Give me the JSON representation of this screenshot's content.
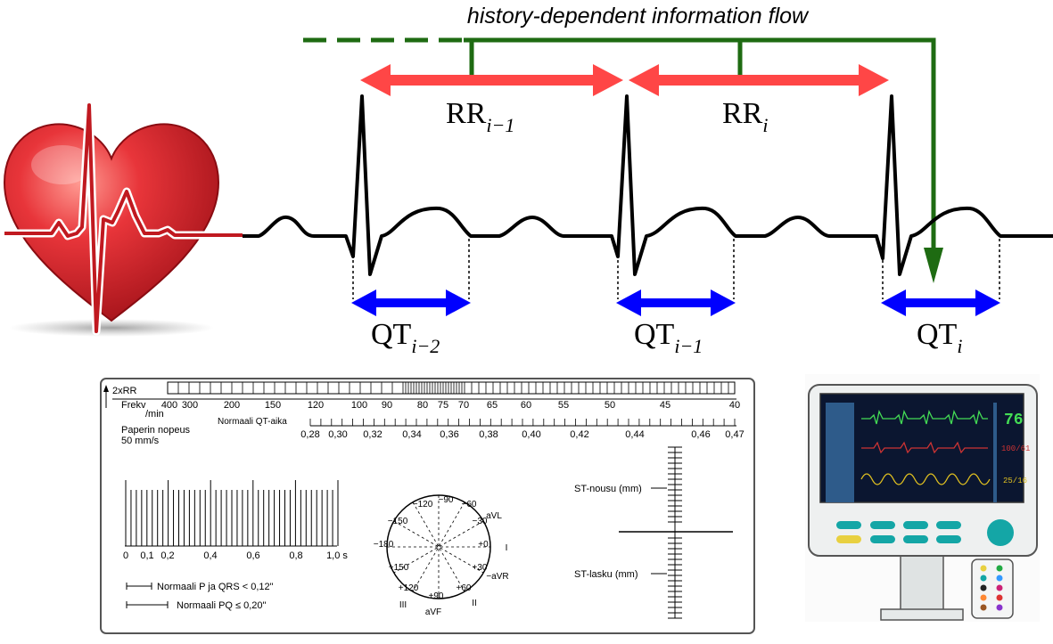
{
  "title": "history-dependent information flow",
  "labels": {
    "rr_prev_base": "RR",
    "rr_prev_sub": "i−1",
    "rr_cur_base": "RR",
    "rr_cur_sub": "i",
    "qt_prev2_base": "QT",
    "qt_prev2_sub": "i−2",
    "qt_prev1_base": "QT",
    "qt_prev1_sub": "i−1",
    "qt_cur_base": "QT",
    "qt_cur_sub": "i"
  },
  "colors": {
    "ecg_line": "#000000",
    "rr_arrow": "#ff4646",
    "qt_arrow": "#0000ff",
    "flow_arrow": "#1e6b12",
    "heart": "#d7262c",
    "monitor_body": "#eef0f0",
    "monitor_screen": "#0b1630",
    "accent_teal": "#14a6a6"
  },
  "ruler": {
    "rr_label": "2xRR",
    "freq_label": "Frekv",
    "freq_unit": "/min",
    "freq_ticks": [
      "400",
      "300",
      "200",
      "150",
      "120",
      "100",
      "90",
      "80",
      "75",
      "70",
      "65",
      "60",
      "55",
      "50",
      "45",
      "40"
    ],
    "qt_label": "Normaali QT-aika",
    "qt_ticks": [
      "0,28",
      "0,30",
      "0,32",
      "0,34",
      "0,36",
      "0,38",
      "0,40",
      "0,42",
      "0,44",
      "0,46",
      "0,47"
    ],
    "speed_label": "Paperin nopeus",
    "speed_value": "50 mm/s",
    "time_ticks": [
      "0",
      "0,1",
      "0,2",
      "0,4",
      "0,6",
      "0,8",
      "1,0 s"
    ],
    "axis_labels": [
      "−120",
      "−90",
      "−60",
      "aVL",
      "−150",
      "−30",
      "−180",
      "+0",
      "I",
      "+150",
      "+30",
      "−aVR",
      "+120",
      "+60",
      "+90",
      "III",
      "II",
      "aVF"
    ],
    "st_up": "ST-nousu (mm)",
    "st_down": "ST-lasku (mm)",
    "normal_p_qrs": "Normaali P ja QRS < 0,12\"",
    "normal_pq": "Normaali PQ ≤ 0,20\""
  },
  "monitor": {
    "heart_rate": "76",
    "bp": "100/61",
    "other": "25/16"
  }
}
